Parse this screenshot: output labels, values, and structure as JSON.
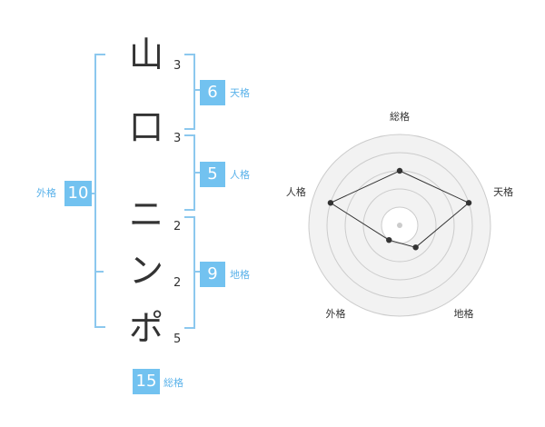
{
  "name": {
    "characters": [
      "山",
      "口",
      "ニ",
      "ン",
      "ポ"
    ],
    "strokes": [
      "3",
      "3",
      "2",
      "2",
      "5"
    ]
  },
  "fortunes": {
    "tenkaku": {
      "value": "6",
      "label": "天格"
    },
    "jinkaku": {
      "value": "5",
      "label": "人格"
    },
    "chikaku": {
      "value": "9",
      "label": "地格"
    },
    "gaikaku": {
      "value": "10",
      "label": "外格"
    },
    "soukaku": {
      "value": "15",
      "label": "総格"
    }
  },
  "chart_data": {
    "type": "radar",
    "axes": [
      "総格",
      "天格",
      "地格",
      "外格",
      "人格"
    ],
    "values": [
      3,
      4,
      1.5,
      1,
      4
    ],
    "max": 5,
    "colors": {
      "fill": "#f2f2f2",
      "ring": "#cccccc",
      "line": "#333333"
    }
  }
}
